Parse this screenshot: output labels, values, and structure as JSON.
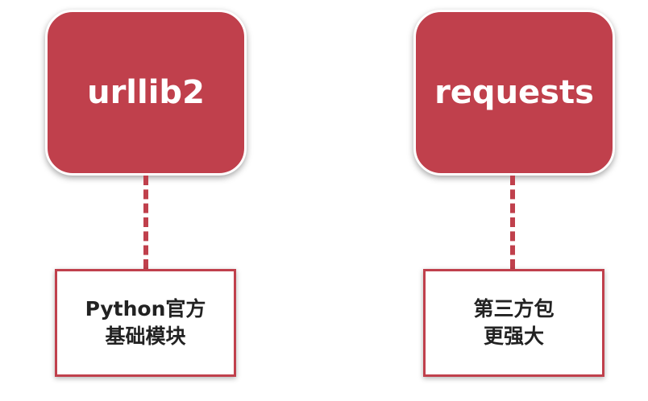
{
  "colors": {
    "accent": "#c0404c",
    "box_fill": "#ffffff",
    "text_dark": "#222222"
  },
  "left": {
    "title": "urllib2",
    "desc_line1": "Python官方",
    "desc_line2": "基础模块"
  },
  "right": {
    "title": "requests",
    "desc_line1": "第三方包",
    "desc_line2": "更强大"
  }
}
